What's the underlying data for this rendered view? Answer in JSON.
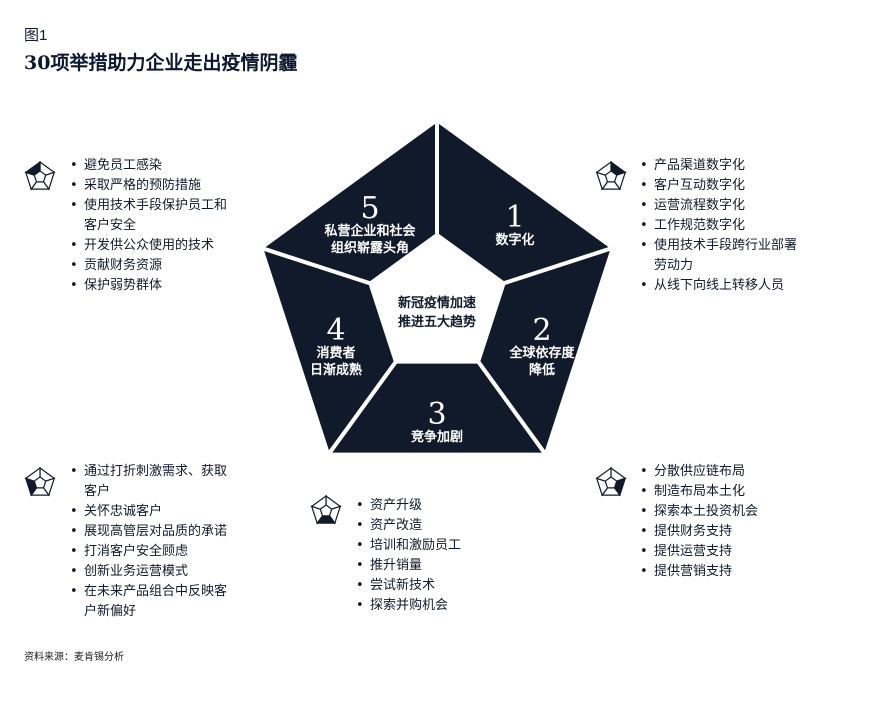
{
  "figure_label": "图1",
  "figure_title": "30项举措助力企业走出疫情阴霾",
  "source_text": "资料来源：麦肯锡分析",
  "center": {
    "line1": "新冠疫情加速",
    "line2": "推进五大趋势"
  },
  "segments": [
    {
      "number": "1",
      "line1": "数字化",
      "line2": ""
    },
    {
      "number": "2",
      "line1": "全球依存度",
      "line2": "降低"
    },
    {
      "number": "3",
      "line1": "竞争加剧",
      "line2": ""
    },
    {
      "number": "4",
      "line1": "消费者",
      "line2": "日渐成熟"
    },
    {
      "number": "5",
      "line1": "私营企业和社会",
      "line2": "组织崭露头角"
    }
  ],
  "groups": {
    "g5": {
      "items": [
        "避免员工感染",
        "采取严格的预防措施",
        [
          "使用技术手段保护员工和",
          "客户安全"
        ],
        "开发供公众使用的技术",
        "贡献财务资源",
        "保护弱势群体"
      ]
    },
    "g1": {
      "items": [
        "产品渠道数字化",
        "客户互动数字化",
        "运营流程数字化",
        "工作规范数字化",
        [
          "使用技术手段跨行业部署",
          "劳动力"
        ],
        "从线下向线上转移人员"
      ]
    },
    "g4": {
      "items": [
        [
          "通过打折刺激需求、获取",
          "客户"
        ],
        "关怀忠诚客户",
        "展现高管层对品质的承诺",
        "打消客户安全顾虑",
        "创新业务运营模式",
        [
          "在未来产品组合中反映客",
          "户新偏好"
        ]
      ]
    },
    "g3": {
      "items": [
        "资产升级",
        "资产改造",
        "培训和激励员工",
        "推升销量",
        "尝试新技术",
        "探索并购机会"
      ]
    },
    "g2": {
      "items": [
        "分散供应链布局",
        "制造布局本土化",
        "探索本土投资机会",
        "提供财务支持",
        "提供运营支持",
        "提供营销支持"
      ]
    }
  },
  "colors": {
    "dark": "#111a2b",
    "white": "#ffffff"
  }
}
